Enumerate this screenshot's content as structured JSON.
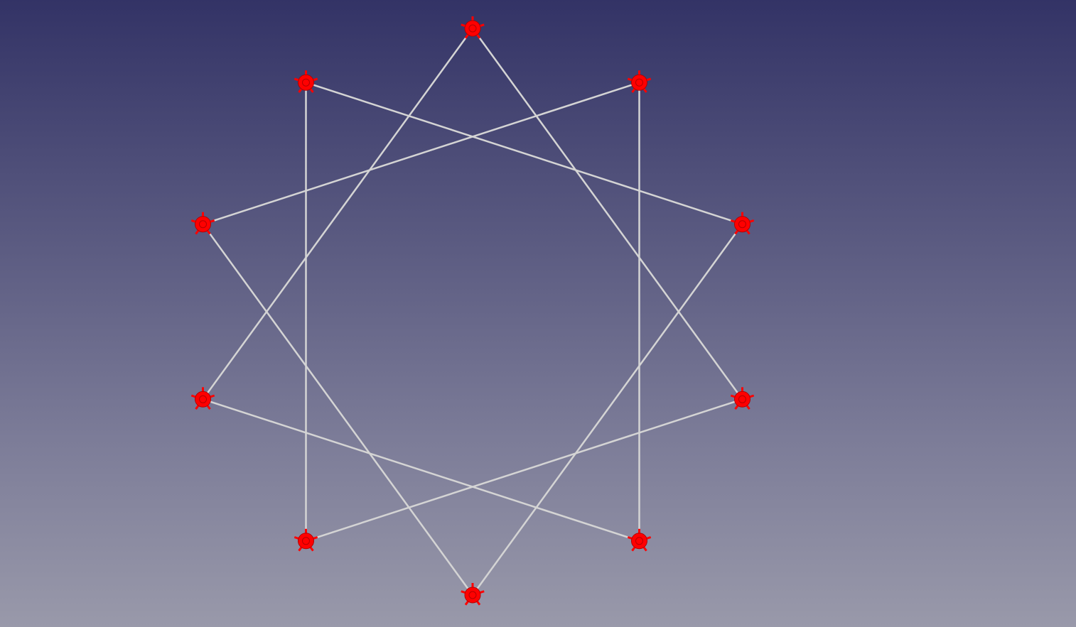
{
  "view": {
    "background_top": "#333366",
    "background_bottom": "#9999aa",
    "edge_color": "#d4d4d4",
    "vertex_color": "#ff0000",
    "vertex_outline": "#b30000"
  },
  "sketch": {
    "polygon_vertices": 10,
    "wire_step": 3,
    "edge_segments": 10,
    "vertex_markers": 10
  }
}
